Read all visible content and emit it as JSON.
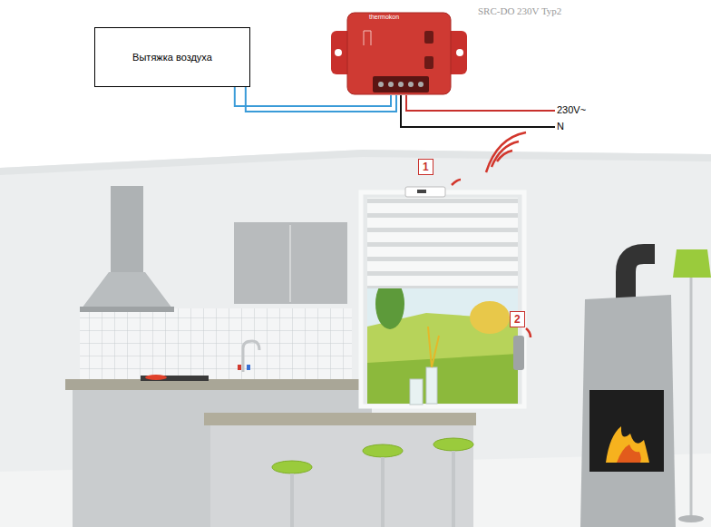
{
  "diagram": {
    "nodes": [
      {
        "text": [
          "Вытяжка воздуха"
        ]
      },
      {
        "text": [
          "SRC-DO 230V Typ2"
        ]
      }
    ],
    "edges": [
      {
        "from": 0,
        "to": 1,
        "arrow": "none"
      },
      {
        "from": 0,
        "to": 1,
        "arrow": "none"
      }
    ],
    "labels": [
      "thermokon",
      "230V~",
      "N",
      "1",
      "2"
    ]
  }
}
